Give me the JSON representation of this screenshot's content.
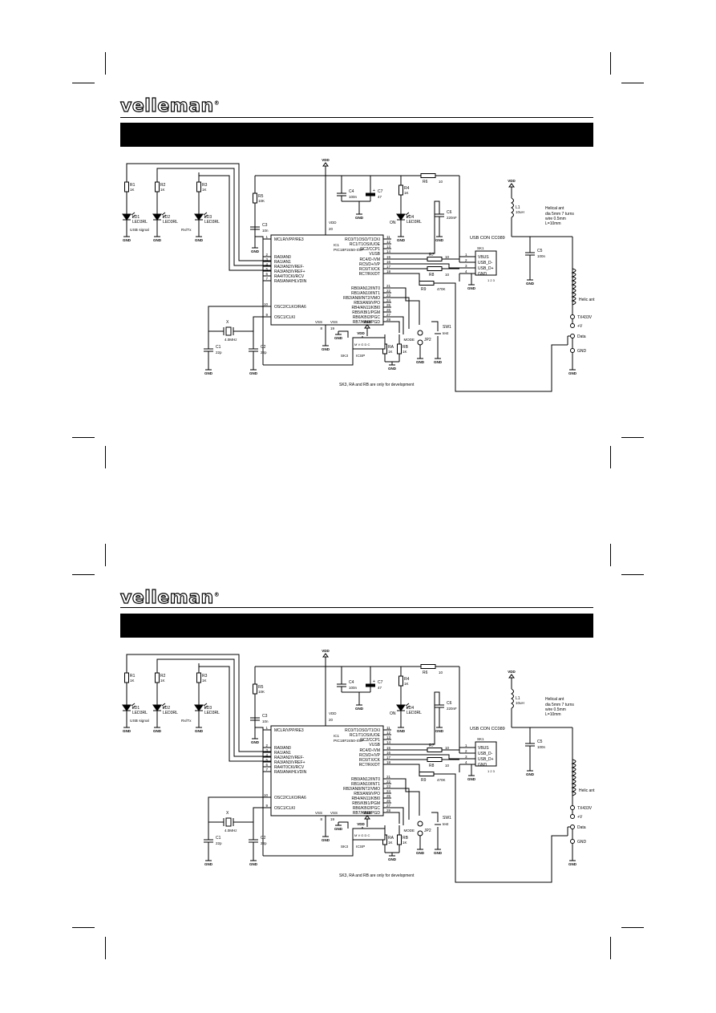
{
  "brand": {
    "logo_text": "velleman",
    "registered_mark": "®"
  },
  "schematic": {
    "resistors": [
      {
        "ref": "R1",
        "value": "1K"
      },
      {
        "ref": "R2",
        "value": "1K"
      },
      {
        "ref": "R3",
        "value": "1K"
      },
      {
        "ref": "R4",
        "value": "1K"
      },
      {
        "ref": "R5",
        "value": "10K"
      },
      {
        "ref": "R6",
        "value": "10"
      },
      {
        "ref": "R7",
        "value": "10"
      },
      {
        "ref": "R8",
        "value": "10"
      },
      {
        "ref": "R9",
        "value": "470K"
      },
      {
        "ref": "RA",
        "value": "1K"
      },
      {
        "ref": "RB",
        "value": "1K"
      }
    ],
    "leds": [
      {
        "ref": "LD1",
        "part": "LED3RL",
        "note": "USB signal"
      },
      {
        "ref": "LD2",
        "part": "LED3RL",
        "note": ""
      },
      {
        "ref": "LD3",
        "part": "LED3RL",
        "note": "Rx/Tx"
      },
      {
        "ref": "LD4",
        "part": "LED3RL",
        "note": "ON"
      }
    ],
    "capacitors": [
      {
        "ref": "C1",
        "value": "22p"
      },
      {
        "ref": "C2",
        "value": "22p"
      },
      {
        "ref": "C3",
        "value": "10n"
      },
      {
        "ref": "C4",
        "value": "100n"
      },
      {
        "ref": "C5",
        "value": "100n"
      },
      {
        "ref": "C6",
        "value": "220nF"
      },
      {
        "ref": "C7",
        "value": "47"
      }
    ],
    "ic": {
      "ref": "IC1",
      "part": "PIC18F2450-I/SP",
      "left_pins": [
        {
          "num": "1",
          "name": "MCLR/VPP/RE3"
        },
        {
          "num": "2",
          "name": "RA0/AN0"
        },
        {
          "num": "3",
          "name": "RA1/AN1"
        },
        {
          "num": "4",
          "name": "RA2/AN2/VREF-"
        },
        {
          "num": "5",
          "name": "RA3/AN3/VREF+"
        },
        {
          "num": "6",
          "name": "RA4/T0CKI/RCV"
        },
        {
          "num": "7",
          "name": "RA5/AN4/HLVDIN"
        },
        {
          "num": "10",
          "name": "OSC2/CLKO/RA6"
        },
        {
          "num": "9",
          "name": "OSC1/CLKI"
        }
      ],
      "right_pins": [
        {
          "num": "11",
          "name": "RC0/T1OSO/T1CKI"
        },
        {
          "num": "12",
          "name": "RC1/T1OSI/UOE"
        },
        {
          "num": "13",
          "name": "RC2/CCP1"
        },
        {
          "num": "14",
          "name": "VUSB"
        },
        {
          "num": "15",
          "name": "RC4/D-/VM"
        },
        {
          "num": "16",
          "name": "RC5/D+/VP"
        },
        {
          "num": "17",
          "name": "RC6/TX/CK"
        },
        {
          "num": "18",
          "name": "RC7/RX/DT"
        },
        {
          "num": "21",
          "name": "RB0/AN12/INT0"
        },
        {
          "num": "22",
          "name": "RB1/AN10/INT1"
        },
        {
          "num": "23",
          "name": "RB2/AN8/INT2/VMO"
        },
        {
          "num": "24",
          "name": "RB3/AN9/VPO"
        },
        {
          "num": "25",
          "name": "RB4/AN11/KBI0"
        },
        {
          "num": "26",
          "name": "RB5/KBI1/PGM"
        },
        {
          "num": "27",
          "name": "RB6/KBI2/PGC"
        },
        {
          "num": "28",
          "name": "RB7/KBI3/PGD"
        }
      ],
      "supply_pins": [
        {
          "num": "20",
          "name": "VDD"
        },
        {
          "num": "8",
          "name": "VSS"
        },
        {
          "num": "19",
          "name": "VSS"
        }
      ]
    },
    "crystal": {
      "ref": "X",
      "value": "4.0MHz"
    },
    "usb": {
      "ref": "SK1",
      "title": "USB CON CC089",
      "pins": [
        "VBUS",
        "USB_D-",
        "USB_D+",
        "GND"
      ]
    },
    "inductor": {
      "ref": "L1",
      "value": "10uH"
    },
    "antenna": {
      "title": "Helical ant",
      "spec": [
        "dia 5mm   7 turns",
        "wire 0.5mm",
        "L=10mm"
      ],
      "label": "Helic ant"
    },
    "module": {
      "ref": "TX433V",
      "pins": [
        "+V",
        "Data",
        "GND"
      ]
    },
    "header": {
      "ref": "SK3",
      "label": "ICSP"
    },
    "switch": {
      "ref": "SW1",
      "label": "test"
    },
    "jumper": {
      "ref": "JP2",
      "label": "MODE"
    },
    "nets": {
      "vdd": "VDD",
      "gnd": "GND"
    },
    "note": "SK3, RA and RB are only for development"
  }
}
